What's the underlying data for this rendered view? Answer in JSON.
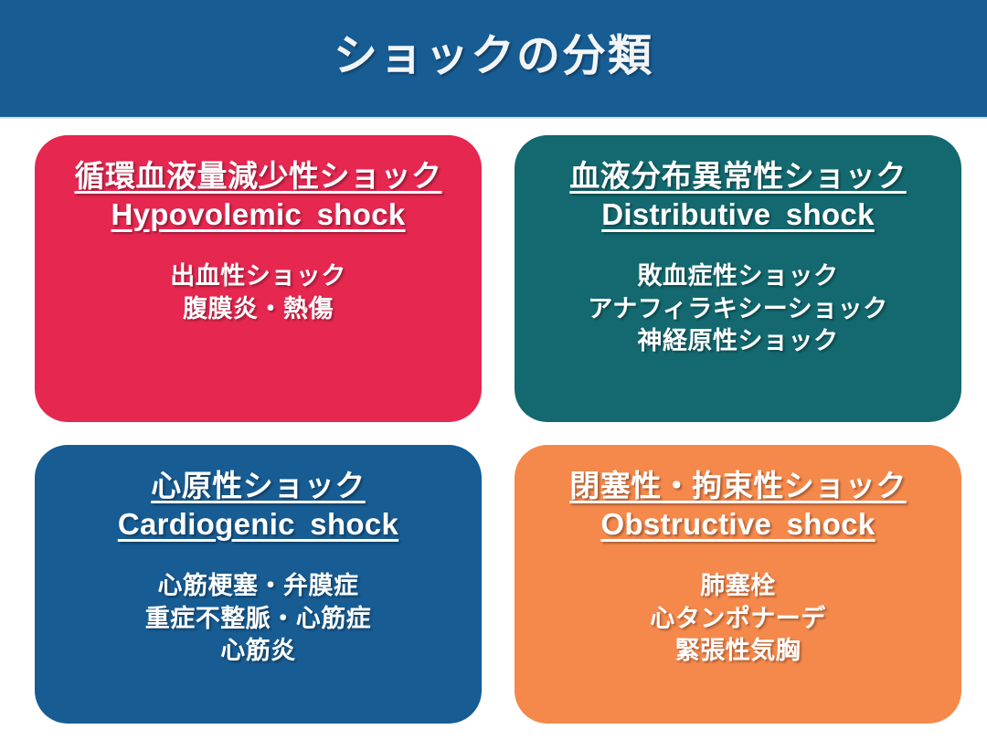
{
  "header": {
    "title": "ショックの分類",
    "background_color": "#175C93",
    "title_color": "#F2F5F8",
    "rule_color": "#D9DEE3"
  },
  "cards": [
    {
      "id": "hypovolemic",
      "jp_title": "循環血液量減少性ショック",
      "en_title": "Hypovolemic shock",
      "color": "#E62750",
      "items": [
        "出血性ショック",
        "腹膜炎・熱傷"
      ]
    },
    {
      "id": "distributive",
      "jp_title": "血液分布異常性ショック",
      "en_title": "Distributive shock",
      "color": "#13696F",
      "items": [
        "敗血症性ショック",
        "アナフィラキシーショック",
        "神経原性ショック"
      ]
    },
    {
      "id": "cardiogenic",
      "jp_title": "心原性ショック",
      "en_title": "Cardiogenic shock",
      "color": "#175C93",
      "items": [
        "心筋梗塞・弁膜症",
        "重症不整脈・心筋症",
        "心筋炎"
      ]
    },
    {
      "id": "obstructive",
      "jp_title": "閉塞性・拘束性ショック",
      "en_title": "Obstructive shock",
      "color": "#F5884B",
      "items": [
        "肺塞栓",
        "心タンポナーデ",
        "緊張性気胸"
      ]
    }
  ]
}
